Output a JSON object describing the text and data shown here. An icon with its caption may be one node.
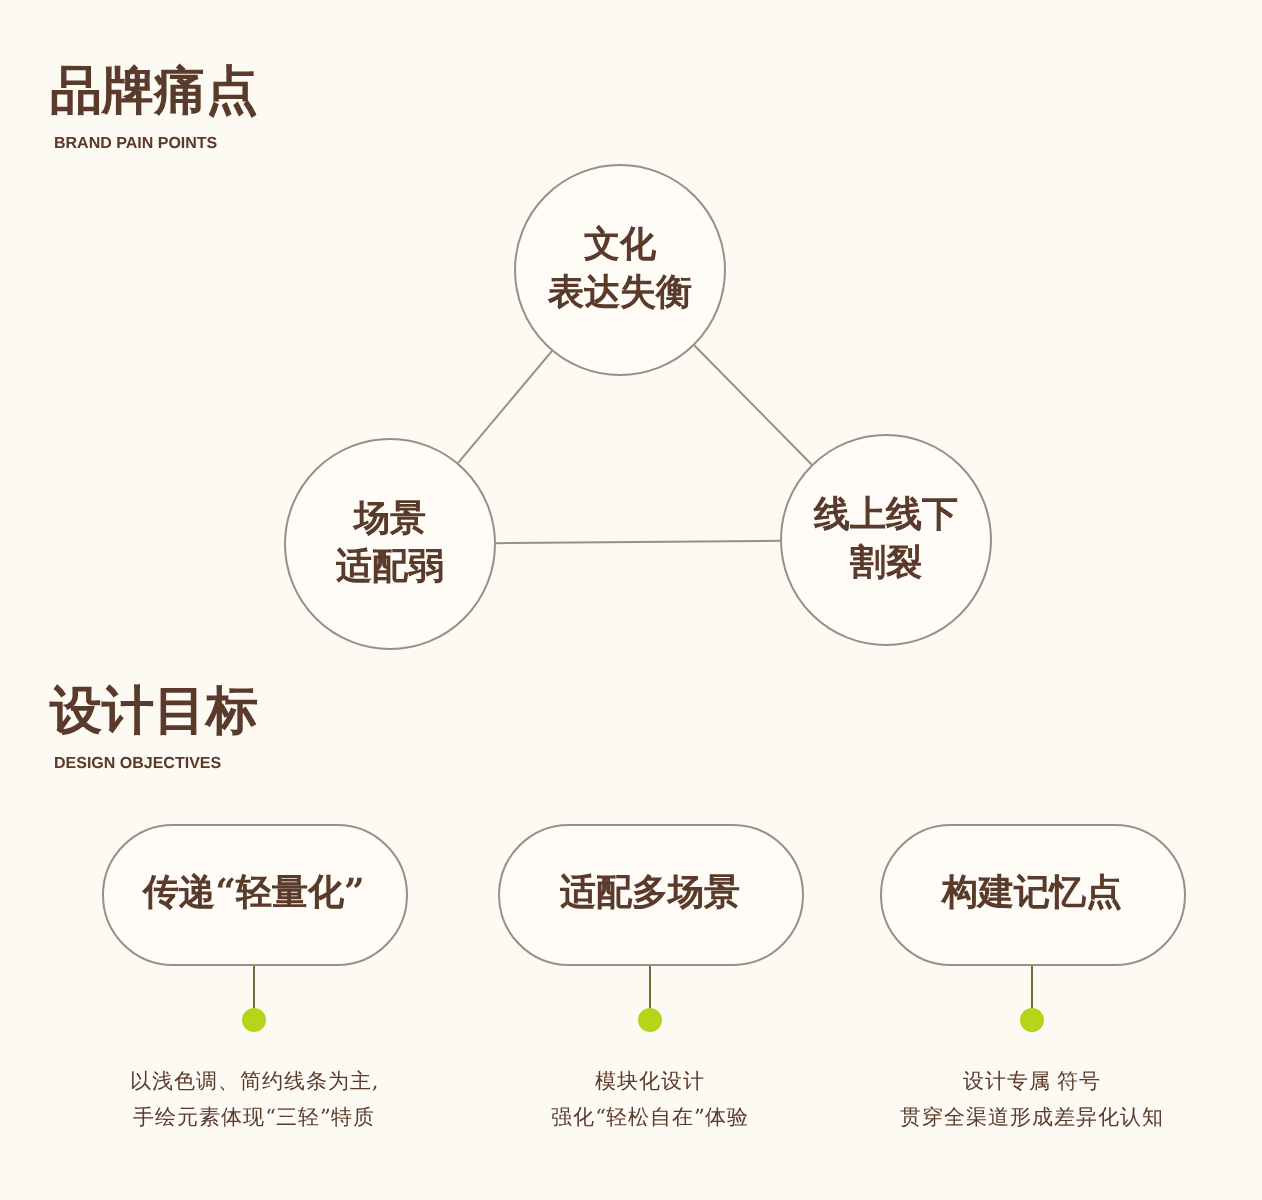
{
  "diagram": {
    "nodes": [
      {
        "text": [
          "文化表达失衡"
        ]
      },
      {
        "text": [
          "场景适配弱"
        ]
      },
      {
        "text": [
          "线上线下割裂"
        ]
      },
      {
        "text": [
          "传递“轻量化”"
        ]
      },
      {
        "text": [
          "适配多场景"
        ]
      },
      {
        "text": [
          "构建记忆点"
        ]
      },
      {
        "text": [],
        "shape": "circle",
        "beside": [
          "以浅色调、简约线条为主,手绘元素体现“三轻”特质"
        ]
      },
      {
        "text": [],
        "shape": "circle",
        "beside": [
          "模块化设计强化“轻松自在”体验"
        ]
      },
      {
        "text": [],
        "shape": "circle",
        "beside": [
          "设计专属 符号贯穿全渠道形成差异化认知"
        ]
      }
    ],
    "edges": [
      {
        "from": 0,
        "to": 1,
        "arrow": "none"
      },
      {
        "from": 0,
        "to": 2,
        "arrow": "none"
      },
      {
        "from": 1,
        "to": 2,
        "arrow": "none"
      },
      {
        "from": 3,
        "to": 6,
        "arrow": "none"
      },
      {
        "from": 4,
        "to": 7,
        "arrow": "none"
      },
      {
        "from": 5,
        "to": 8,
        "arrow": "none"
      }
    ],
    "labels": [
      "品牌痛点",
      "BRAND PAIN POINTS",
      "设计目标",
      "DESIGN OBJECTIVES"
    ]
  }
}
